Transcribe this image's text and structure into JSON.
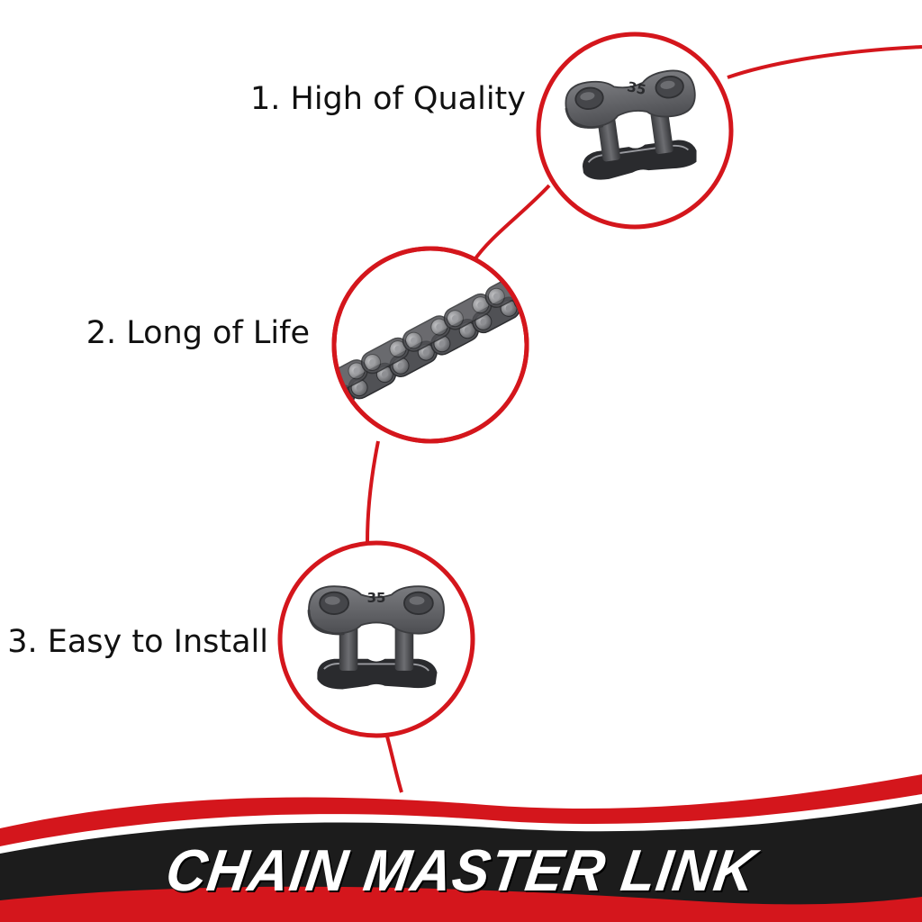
{
  "features": [
    {
      "label": "1. High of Quality",
      "image": "master-link-icon"
    },
    {
      "label": "2. Long of Life",
      "image": "roller-chain-icon"
    },
    {
      "label": "3. Easy to Install",
      "image": "master-link-icon"
    }
  ],
  "master_link_stamp": "35",
  "banner": {
    "title": "CHAIN MASTER LINK"
  },
  "colors": {
    "accent_red": "#d4161c",
    "banner_dark": "#1c1c1c",
    "link_metal": "#5f6064",
    "text": "#111111",
    "background": "#ffffff"
  }
}
